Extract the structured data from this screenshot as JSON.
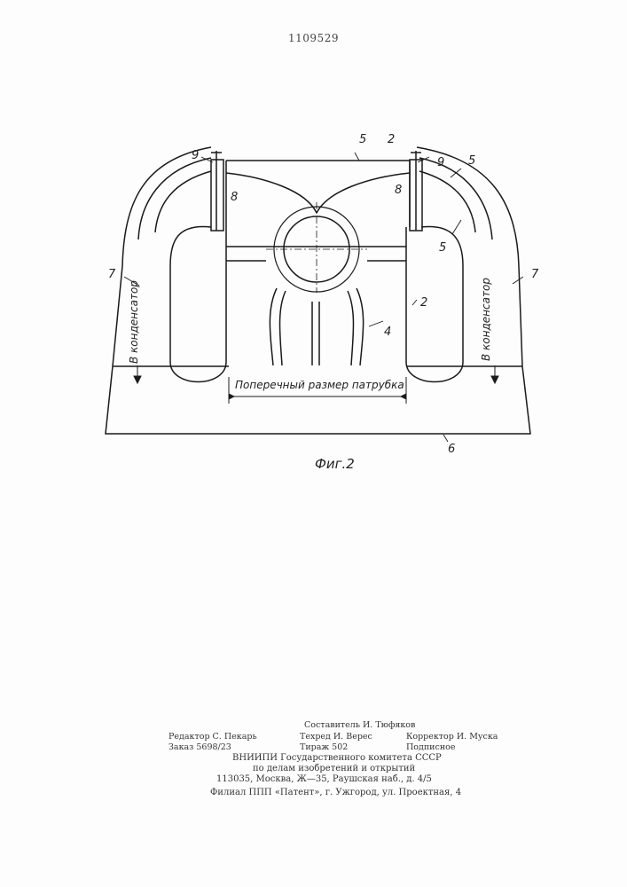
{
  "header": {
    "patent_number": "1109529"
  },
  "figure": {
    "caption": "Фиг.2",
    "labels": {
      "to_condenser_left": "В конденсатор",
      "to_condenser_right": "В конденсатор",
      "transverse_dimension": "Поперечный размер патрубка"
    },
    "reference_numerals": {
      "n9_left": "9",
      "n8_left": "8",
      "n5_top": "5",
      "n2_top": "2",
      "n9_right": "9",
      "n8_right": "8",
      "n5_right_top": "5",
      "n5_right_mid": "5",
      "n7_left": "7",
      "n7_right": "7",
      "n2_right": "2",
      "n4": "4",
      "n6": "6"
    }
  },
  "imprint": {
    "compiler": "Составитель И. Тюфяков",
    "editor": "Редактор С. Пекарь",
    "techred": "Техред И. Верес",
    "corrector": "Корректор И. Муска",
    "order": "Заказ 5698/23",
    "circulation": "Тираж 502",
    "subscription": "Подписное",
    "org1": "ВНИИПИ Государственного комитета СССР",
    "org2": "по делам изобретений и открытий",
    "address": "113035, Москва, Ж—35, Раушская наб., д. 4/5",
    "branch": "Филиал ППП «Патент», г. Ужгород, ул. Проектная, 4"
  }
}
